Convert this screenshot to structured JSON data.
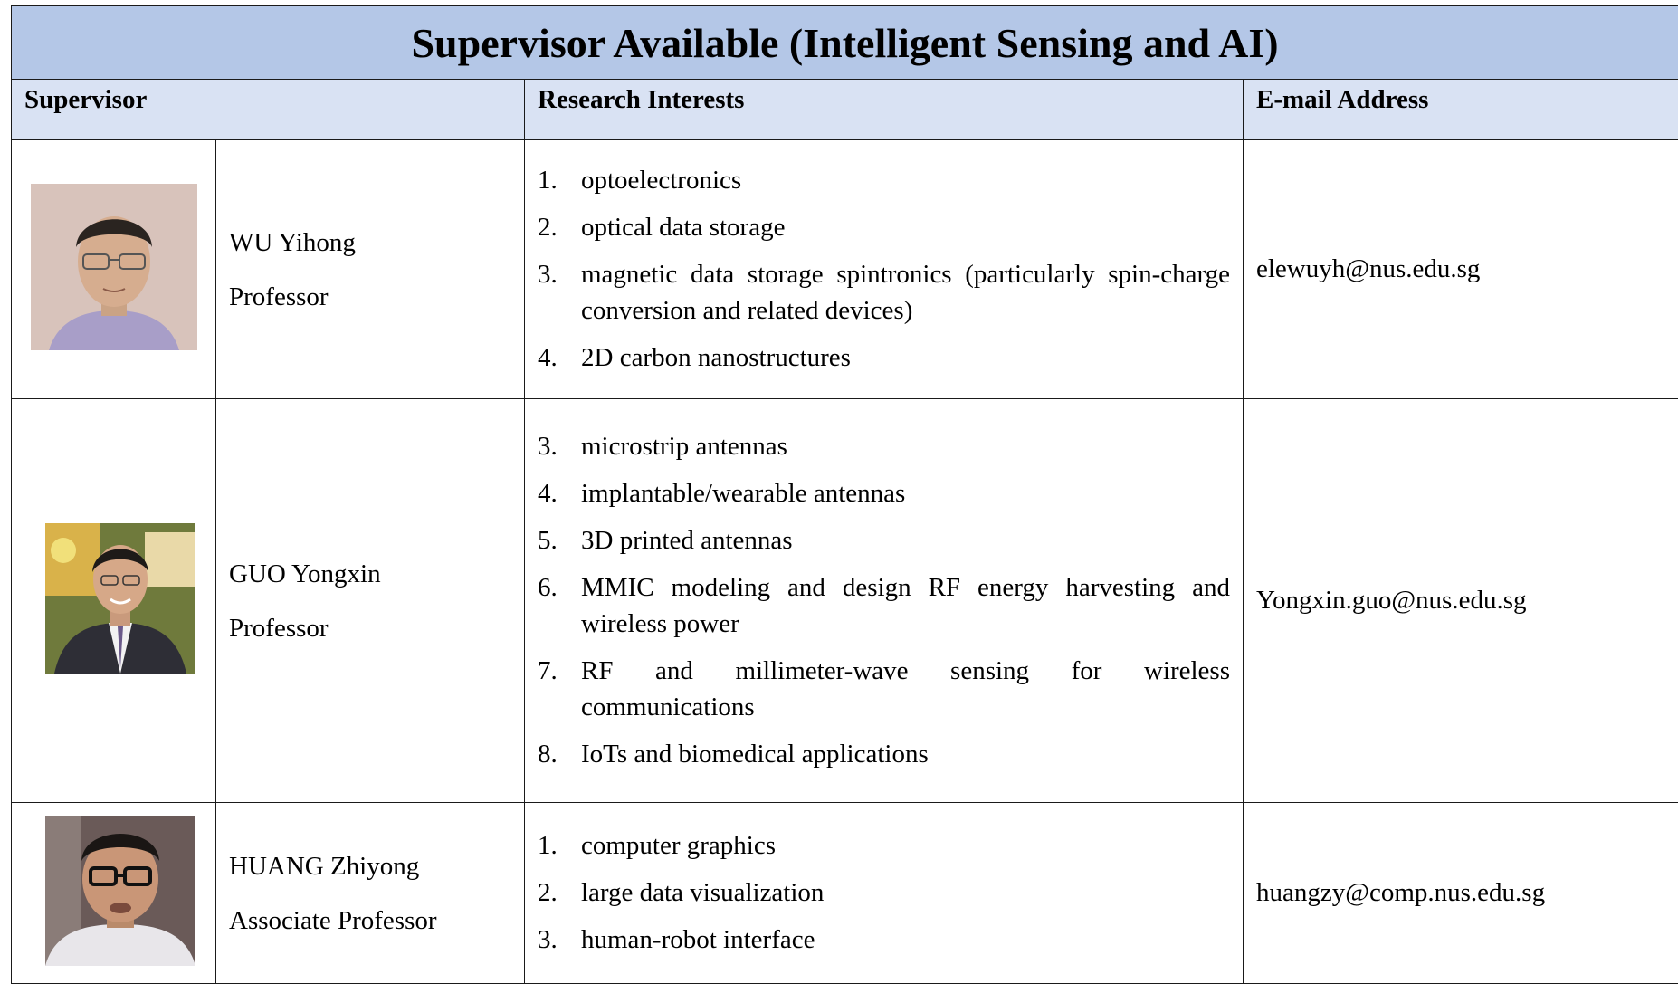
{
  "title": "Supervisor Available (Intelligent Sensing and AI)",
  "headers": {
    "supervisor": "Supervisor",
    "research": "Research Interests",
    "email": "E-mail Address"
  },
  "supervisors": [
    {
      "name": "WU Yihong",
      "position": "Professor",
      "email": "elewuyh@nus.edu.sg",
      "interests": [
        {
          "num": "1.",
          "text": "optoelectronics"
        },
        {
          "num": "2.",
          "text": "optical data storage"
        },
        {
          "num": "3.",
          "text": "magnetic data storage spintronics (particularly spin-charge conversion and related devices)"
        },
        {
          "num": "4.",
          "text": "2D carbon nanostructures"
        }
      ]
    },
    {
      "name": "GUO Yongxin",
      "position": "Professor",
      "email": "Yongxin.guo@nus.edu.sg",
      "interests": [
        {
          "num": "3.",
          "text": "microstrip antennas"
        },
        {
          "num": "4.",
          "text": "implantable/wearable antennas"
        },
        {
          "num": "5.",
          "text": "3D printed antennas"
        },
        {
          "num": "6.",
          "text": "MMIC modeling and design RF energy harvesting and wireless power"
        },
        {
          "num": "7.",
          "text": "RF and millimeter-wave sensing for wireless communications"
        },
        {
          "num": "8.",
          "text": "IoTs and biomedical applications"
        }
      ]
    },
    {
      "name": "HUANG Zhiyong",
      "position": "Associate Professor",
      "email": "huangzy@comp.nus.edu.sg",
      "interests": [
        {
          "num": "1.",
          "text": "computer graphics"
        },
        {
          "num": "2.",
          "text": "large data visualization"
        },
        {
          "num": "3.",
          "text": "human-robot interface"
        }
      ]
    }
  ]
}
